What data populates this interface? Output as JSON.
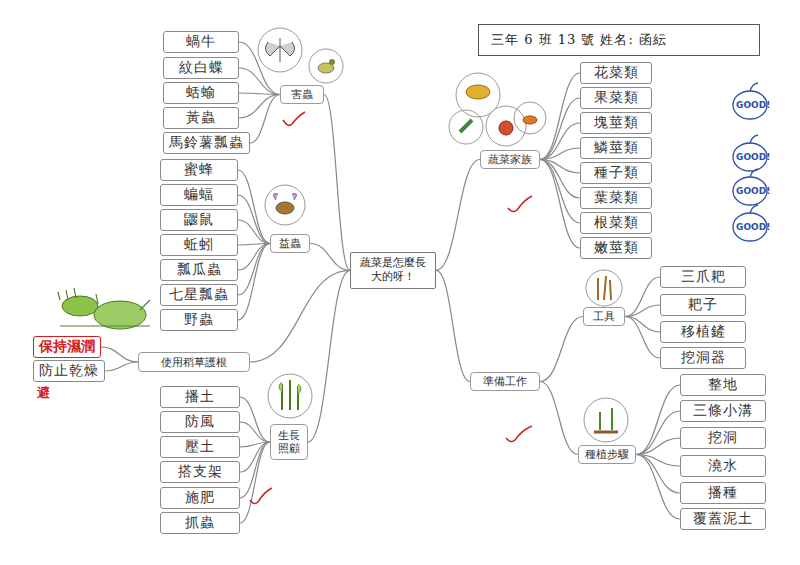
{
  "diagram": {
    "nodes": [
      {
        "text": [
          "三年 6 班 13 號 姓名: 函紜"
        ]
      },
      {
        "text": [
          "蔬菜是怎麼長大的呀！"
        ]
      },
      {
        "text": [
          "害蟲"
        ]
      },
      {
        "text": [
          "蝸牛"
        ]
      },
      {
        "text": [
          "紋白蝶"
        ]
      },
      {
        "text": [
          "蛞蝓"
        ]
      },
      {
        "text": [
          "黃蟲"
        ]
      },
      {
        "text": [
          "馬鈴薯瓢蟲"
        ]
      },
      {
        "text": [
          "益蟲"
        ]
      },
      {
        "text": [
          "蜜蜂"
        ]
      },
      {
        "text": [
          "蝙蝠"
        ]
      },
      {
        "text": [
          "鼴鼠"
        ]
      },
      {
        "text": [
          "蚯蚓"
        ]
      },
      {
        "text": [
          "瓢瓜蟲"
        ]
      },
      {
        "text": [
          "七星瓢蟲"
        ]
      },
      {
        "text": [
          "野蟲"
        ]
      },
      {
        "text": [
          "使用稻草護根"
        ]
      },
      {
        "text": [
          "保持濕潤"
        ]
      },
      {
        "text": [
          "防止乾燥"
        ]
      },
      {
        "text": [
          "生長照顧"
        ]
      },
      {
        "text": [
          "播土"
        ]
      },
      {
        "text": [
          "防風"
        ]
      },
      {
        "text": [
          "壓土"
        ]
      },
      {
        "text": [
          "搭支架"
        ]
      },
      {
        "text": [
          "施肥"
        ]
      },
      {
        "text": [
          "抓蟲"
        ]
      },
      {
        "text": [
          "蔬菜家族"
        ]
      },
      {
        "text": [
          "花菜類"
        ]
      },
      {
        "text": [
          "果菜類"
        ]
      },
      {
        "text": [
          "塊莖類"
        ]
      },
      {
        "text": [
          "鱗莖類"
        ]
      },
      {
        "text": [
          "種子類"
        ]
      },
      {
        "text": [
          "葉菜類"
        ]
      },
      {
        "text": [
          "根菜類"
        ]
      },
      {
        "text": [
          "嫩莖類"
        ]
      },
      {
        "text": [
          "準備工作"
        ]
      },
      {
        "text": [
          "工具"
        ]
      },
      {
        "text": [
          "三爪耙"
        ]
      },
      {
        "text": [
          "耙子"
        ]
      },
      {
        "text": [
          "移植鏟"
        ]
      },
      {
        "text": [
          "挖洞器"
        ]
      },
      {
        "text": [
          "種植步驟"
        ]
      },
      {
        "text": [
          "整地"
        ]
      },
      {
        "text": [
          "三條小溝"
        ]
      },
      {
        "text": [
          "挖洞"
        ]
      },
      {
        "text": [
          "澆水"
        ]
      },
      {
        "text": [
          "播種"
        ]
      },
      {
        "text": [
          "覆蓋泥土"
        ]
      }
    ],
    "edges": [
      {
        "from": 1,
        "to": 2,
        "arrow": "none"
      },
      {
        "from": 2,
        "to": 3,
        "arrow": "none"
      },
      {
        "from": 2,
        "to": 4,
        "arrow": "none"
      },
      {
        "from": 2,
        "to": 5,
        "arrow": "none"
      },
      {
        "from": 2,
        "to": 6,
        "arrow": "none"
      },
      {
        "from": 2,
        "to": 7,
        "arrow": "none"
      },
      {
        "from": 1,
        "to": 8,
        "arrow": "none"
      },
      {
        "from": 8,
        "to": 9,
        "arrow": "none"
      },
      {
        "from": 8,
        "to": 10,
        "arrow": "none"
      },
      {
        "from": 8,
        "to": 11,
        "arrow": "none"
      },
      {
        "from": 8,
        "to": 12,
        "arrow": "none"
      },
      {
        "from": 8,
        "to": 13,
        "arrow": "none"
      },
      {
        "from": 8,
        "to": 14,
        "arrow": "none"
      },
      {
        "from": 8,
        "to": 15,
        "arrow": "none"
      },
      {
        "from": 1,
        "to": 16,
        "arrow": "none"
      },
      {
        "from": 16,
        "to": 17,
        "arrow": "none"
      },
      {
        "from": 16,
        "to": 18,
        "arrow": "none"
      },
      {
        "from": 1,
        "to": 19,
        "arrow": "none"
      },
      {
        "from": 19,
        "to": 20,
        "arrow": "none"
      },
      {
        "from": 19,
        "to": 21,
        "arrow": "none"
      },
      {
        "from": 19,
        "to": 22,
        "arrow": "none"
      },
      {
        "from": 19,
        "to": 23,
        "arrow": "none"
      },
      {
        "from": 19,
        "to": 24,
        "arrow": "none"
      },
      {
        "from": 19,
        "to": 25,
        "arrow": "none"
      },
      {
        "from": 1,
        "to": 26,
        "arrow": "none"
      },
      {
        "from": 26,
        "to": 27,
        "arrow": "none"
      },
      {
        "from": 26,
        "to": 28,
        "arrow": "none"
      },
      {
        "from": 26,
        "to": 29,
        "arrow": "none"
      },
      {
        "from": 26,
        "to": 30,
        "arrow": "none"
      },
      {
        "from": 26,
        "to": 31,
        "arrow": "none"
      },
      {
        "from": 26,
        "to": 32,
        "arrow": "none"
      },
      {
        "from": 26,
        "to": 33,
        "arrow": "none"
      },
      {
        "from": 26,
        "to": 34,
        "arrow": "none"
      },
      {
        "from": 1,
        "to": 35,
        "arrow": "none"
      },
      {
        "from": 35,
        "to": 36,
        "arrow": "none"
      },
      {
        "from": 36,
        "to": 37,
        "arrow": "none"
      },
      {
        "from": 36,
        "to": 38,
        "arrow": "none"
      },
      {
        "from": 36,
        "to": 39,
        "arrow": "none"
      },
      {
        "from": 36,
        "to": 40,
        "arrow": "none"
      },
      {
        "from": 35,
        "to": 41,
        "arrow": "none"
      },
      {
        "from": 41,
        "to": 42,
        "arrow": "none"
      },
      {
        "from": 41,
        "to": 43,
        "arrow": "none"
      },
      {
        "from": 41,
        "to": 44,
        "arrow": "none"
      },
      {
        "from": 41,
        "to": 45,
        "arrow": "none"
      },
      {
        "from": 41,
        "to": 46,
        "arrow": "none"
      },
      {
        "from": 41,
        "to": 47,
        "arrow": "none"
      }
    ],
    "labels": [
      "GOOD!",
      "GOOD!",
      "GOOD!",
      "GOOD!",
      "避"
    ]
  }
}
